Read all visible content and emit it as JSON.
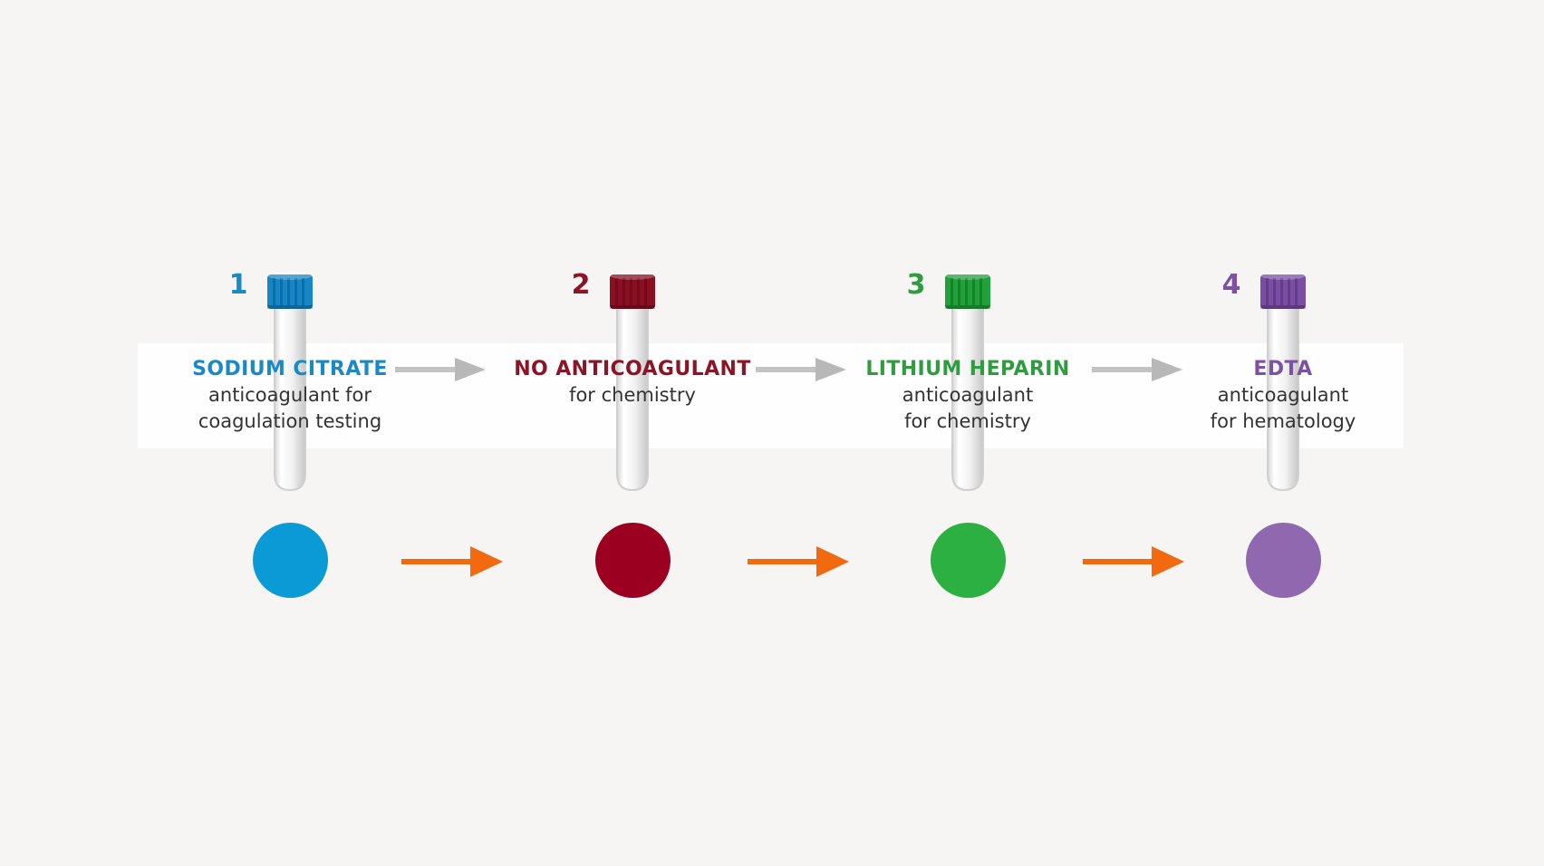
{
  "steps": [
    {
      "number": "1",
      "title": "SODIUM CITRATE",
      "desc_lines": [
        "anticoagulant for",
        "coagulation testing"
      ],
      "color": "#1a8ac7",
      "cap_color": "#1786c6",
      "dot_color": "#0a9ad6"
    },
    {
      "number": "2",
      "title": "NO ANTICOAGULANT",
      "desc_lines": [
        "for chemistry"
      ],
      "color": "#8b1426",
      "cap_color": "#8b0f22",
      "dot_color": "#9b0020"
    },
    {
      "number": "3",
      "title": "LITHIUM HEPARIN",
      "desc_lines": [
        "anticoagulant",
        "for chemistry"
      ],
      "color": "#2f9c3f",
      "cap_color": "#22a13a",
      "dot_color": "#2db042"
    },
    {
      "number": "4",
      "title": "EDTA",
      "desc_lines": [
        "anticoagulant",
        "for hematology"
      ],
      "color": "#7d52a5",
      "cap_color": "#7b4ea6",
      "dot_color": "#8f68b0"
    }
  ],
  "colors": {
    "background": "#f6f5f3",
    "band": "#ffffff",
    "gray_arrow": "#b8b8b8",
    "orange_arrow": "#f26a10"
  },
  "icons": {
    "tube": "test-tube-icon",
    "gray_arrow": "arrow-right-icon",
    "orange_arrow": "arrow-right-icon"
  }
}
